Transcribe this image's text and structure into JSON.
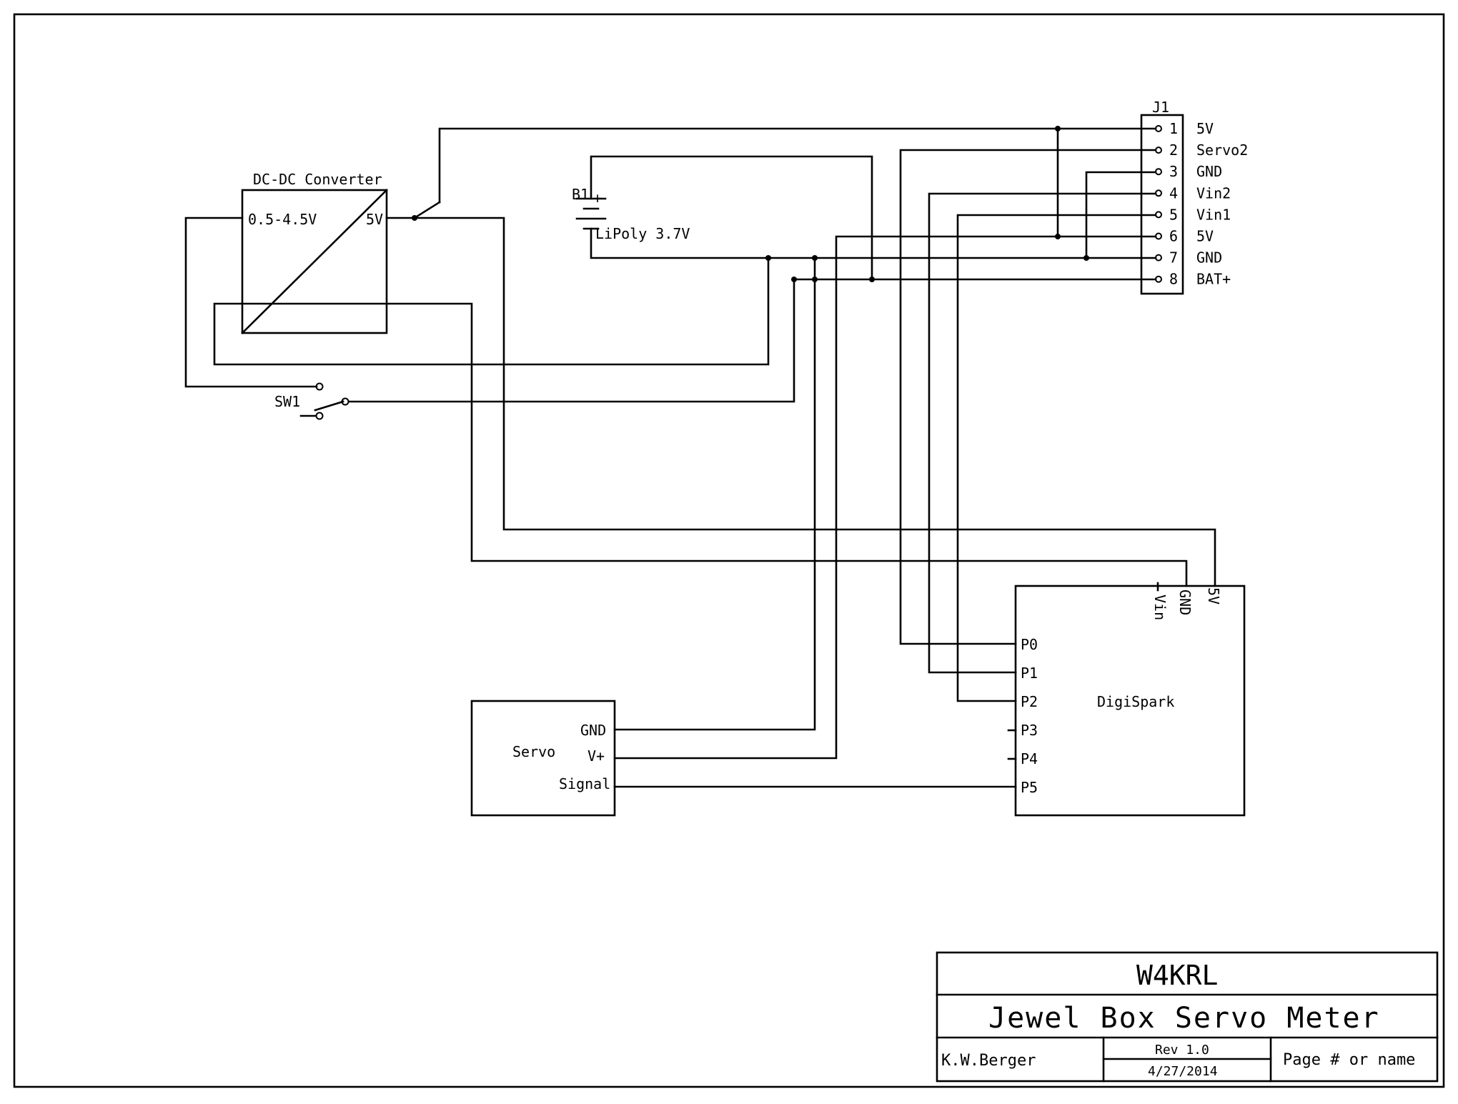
{
  "converter": {
    "title": "DC-DC Converter",
    "in_label": "0.5-4.5V",
    "out_label": "5V"
  },
  "battery": {
    "ref": "B1",
    "plus": "+",
    "label": "LiPoly 3.7V"
  },
  "switch": {
    "ref": "SW1"
  },
  "connector": {
    "ref": "J1",
    "pins": [
      {
        "num": "1",
        "name": "5V"
      },
      {
        "num": "2",
        "name": "Servo2"
      },
      {
        "num": "3",
        "name": "GND"
      },
      {
        "num": "4",
        "name": "Vin2"
      },
      {
        "num": "5",
        "name": "Vin1"
      },
      {
        "num": "6",
        "name": "5V"
      },
      {
        "num": "7",
        "name": "GND"
      },
      {
        "num": "8",
        "name": "BAT+"
      }
    ]
  },
  "servo": {
    "label": "Servo",
    "pins": [
      "GND",
      "V+",
      "Signal"
    ]
  },
  "digispark": {
    "label": "DigiSpark",
    "top_pins": [
      "Vin",
      "GND",
      "5V"
    ],
    "left_pins": [
      "P0",
      "P1",
      "P2",
      "P3",
      "P4",
      "P5"
    ]
  },
  "title_block": {
    "company": "W4KRL",
    "title": "Jewel Box Servo Meter",
    "author": "K.W.Berger",
    "rev": "Rev 1.0",
    "date": "4/27/2014",
    "page": "Page # or name"
  }
}
